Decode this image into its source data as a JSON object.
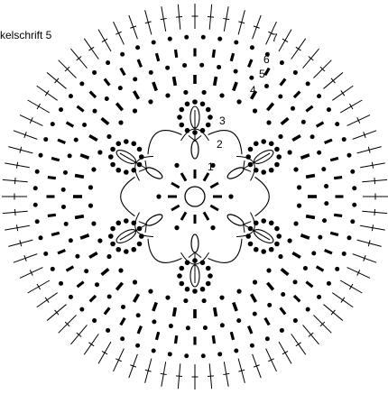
{
  "title": "kelschrift 5",
  "round_labels": [
    "1",
    "2",
    "3",
    "4",
    "5",
    "6",
    "7"
  ],
  "symbols": {
    "center": "magic-ring",
    "rounds": [
      {
        "round": 1,
        "symbol": "dash",
        "count": 12
      },
      {
        "round": 2,
        "symbol": "leaf-cluster",
        "count": 6
      },
      {
        "round": 3,
        "symbol": "arrow-loop",
        "count": 6
      },
      {
        "round": 4,
        "symbol": "dot",
        "count": 36
      },
      {
        "round": 5,
        "symbol": "dash",
        "count": 36
      },
      {
        "round": 6,
        "symbol": "dot",
        "count": 48
      },
      {
        "round": 7,
        "symbol": "dash",
        "count": 48
      },
      {
        "round": 8,
        "symbol": "dot",
        "count": 60
      },
      {
        "round": 9,
        "symbol": "double-crochet",
        "count": 72
      }
    ]
  },
  "colors": {
    "ink": "#000000",
    "paper": "#ffffff"
  }
}
